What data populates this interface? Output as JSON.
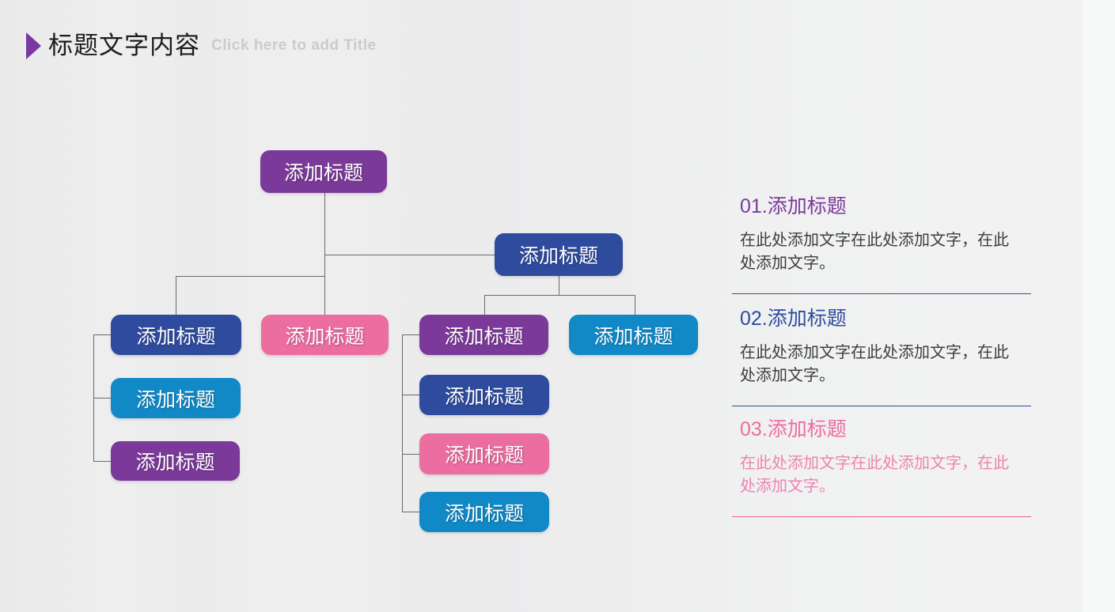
{
  "slide": {
    "title": "标题文字内容",
    "subtitle": "Click here to add Title"
  },
  "palette": {
    "purple": "#7b3a99",
    "blue": "#2e4b9e",
    "pink": "#ec6da0",
    "cyan": "#1189c6",
    "connector_line": "#6a6a6a",
    "title_text": "#1c1c1c",
    "subtitle_text": "#cbcbcb",
    "body_text": "#3d3d3d",
    "background": "#ededee"
  },
  "org_chart": {
    "nodes": [
      {
        "label": "添加标题",
        "color": "purple",
        "level": 1,
        "role": "root"
      },
      {
        "label": "添加标题",
        "color": "blue",
        "level": 2,
        "role": "right-branch-head"
      },
      {
        "label": "添加标题",
        "color": "blue",
        "level": 3,
        "role": "left-col-row1"
      },
      {
        "label": "添加标题",
        "color": "pink",
        "level": 3,
        "role": "center-row1"
      },
      {
        "label": "添加标题",
        "color": "purple",
        "level": 3,
        "role": "mid-col-row1"
      },
      {
        "label": "添加标题",
        "color": "cyan",
        "level": 3,
        "role": "right-col-row1"
      },
      {
        "label": "添加标题",
        "color": "cyan",
        "level": 4,
        "role": "left-col-row2"
      },
      {
        "label": "添加标题",
        "color": "purple",
        "level": 4,
        "role": "left-col-row3"
      },
      {
        "label": "添加标题",
        "color": "blue",
        "level": 4,
        "role": "mid-col-row2"
      },
      {
        "label": "添加标题",
        "color": "pink",
        "level": 4,
        "role": "mid-col-row3"
      },
      {
        "label": "添加标题",
        "color": "cyan",
        "level": 4,
        "role": "mid-col-row4"
      }
    ]
  },
  "sections": [
    {
      "heading": "01.添加标题",
      "body": "在此处添加文字在此处添加文字，在此处添加文字。",
      "color": "purple"
    },
    {
      "heading": "02.添加标题",
      "body": "在此处添加文字在此处添加文字，在此处添加文字。",
      "color": "blue"
    },
    {
      "heading": "03.添加标题",
      "body": "在此处添加文字在此处添加文字，在此处添加文字。",
      "color": "pink"
    }
  ]
}
